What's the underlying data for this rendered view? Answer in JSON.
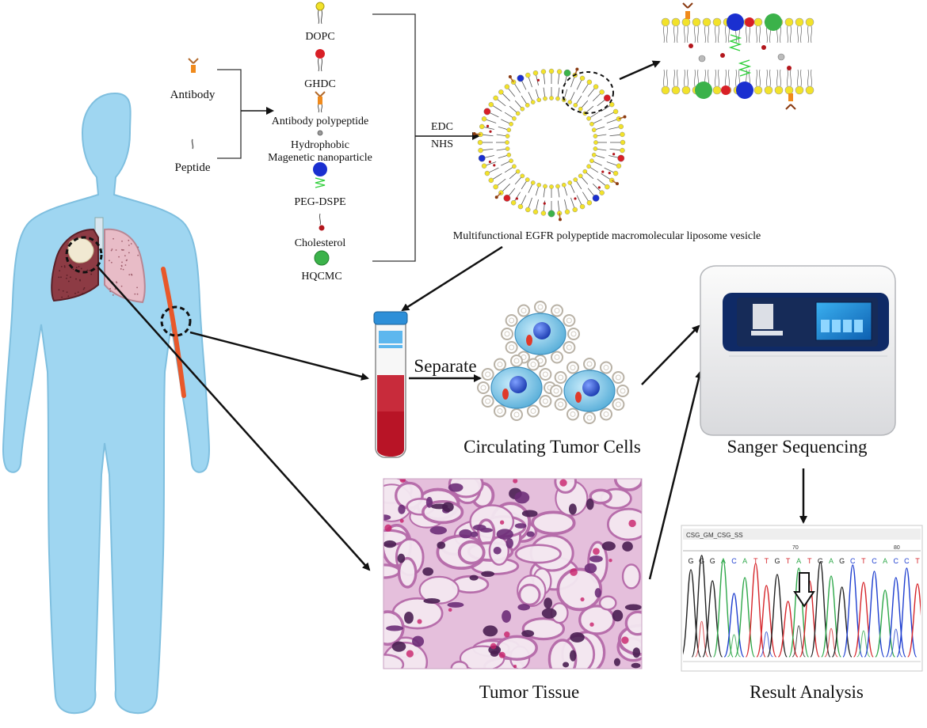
{
  "inputs": {
    "antibody": "Antibody",
    "peptide": "Peptide"
  },
  "components": [
    "DOPC",
    "GHDC",
    "Antibody polypeptide",
    "Hydrophobic",
    "Magenetic nanoparticle",
    "PEG-DSPE",
    "Cholesterol",
    "HQCMC"
  ],
  "reaction": {
    "reagent_1": "EDC",
    "reagent_2": "NHS"
  },
  "vesicle_label": "Multifunctional EGFR polypeptide macromolecular liposome vesicle",
  "steps": {
    "separate": "Separate",
    "ctc": "Circulating Tumor Cells",
    "sanger": "Sanger Sequencing",
    "tissue": "Tumor Tissue",
    "result": "Result Analysis"
  },
  "chromatogram": {
    "sample_id": "CSG_GM_CSG_SS",
    "sequence": "GGGACATTGTATGAGCTCACCT",
    "ruler_ticks": [
      "70",
      "80"
    ]
  },
  "colors": {
    "body": "#9fd6f1",
    "body_outline": "#7fbfdf",
    "lung_left": "#8d3b44",
    "lung_right": "#e8bcc7",
    "vessel": "#e8582a",
    "blood": "#b81426",
    "cell": "#6ec3e8",
    "tissue": "#c98bc0",
    "machine_panel": "#0f2a66"
  }
}
